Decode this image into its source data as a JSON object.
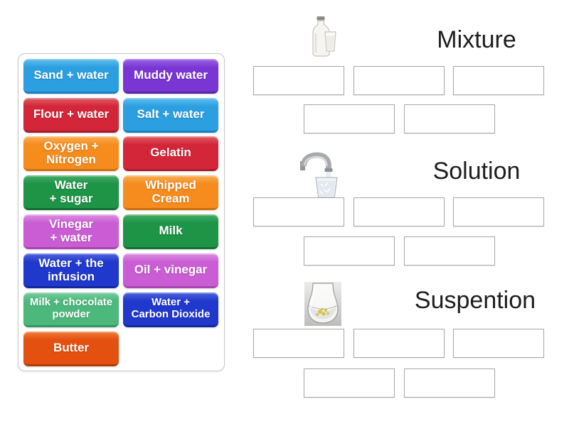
{
  "palette": {
    "blue": {
      "base": "#2b9fe0",
      "light": "#5fbcee",
      "dark": "#1a7fc0"
    },
    "purple": {
      "base": "#7a36d4",
      "light": "#9a63e4",
      "dark": "#5a27a4"
    },
    "red": {
      "base": "#d32638",
      "light": "#e05a62",
      "dark": "#a81c2c"
    },
    "orange": {
      "base": "#f68c1e",
      "light": "#f9ae55",
      "dark": "#cf7012"
    },
    "green": {
      "base": "#1e9447",
      "light": "#45ae68",
      "dark": "#146e36"
    },
    "orchid": {
      "base": "#ca5dd3",
      "light": "#dd8fe3",
      "dark": "#a746b2"
    },
    "royalblue": {
      "base": "#2038cc",
      "light": "#4f63dd",
      "dark": "#15279e"
    },
    "seagreen": {
      "base": "#4cb87c",
      "light": "#74cc9c",
      "dark": "#369560"
    },
    "orangered": {
      "base": "#e4500f",
      "light": "#ef7a3a",
      "dark": "#b03c08"
    }
  },
  "board": {
    "tray": {
      "tiles": [
        {
          "label": "Sand + water",
          "color": "blue"
        },
        {
          "label": "Muddy water",
          "color": "purple"
        },
        {
          "label": "Flour + water",
          "color": "red"
        },
        {
          "label": "Salt + water",
          "color": "blue"
        },
        {
          "label": "Oxygen +\nNitrogen",
          "color": "orange"
        },
        {
          "label": "Gelatin",
          "color": "red"
        },
        {
          "label": "Water\n+ sugar",
          "color": "green"
        },
        {
          "label": "Whipped\nCream",
          "color": "orange"
        },
        {
          "label": "Vinegar\n+ water",
          "color": "orchid"
        },
        {
          "label": "Milk",
          "color": "green"
        },
        {
          "label": "Water + the\ninfusion",
          "color": "royalblue"
        },
        {
          "label": "Oil + vinegar",
          "color": "orchid"
        },
        {
          "label": "Milk + chocolate\npowder",
          "color": "seagreen"
        },
        {
          "label": "Water +\nCarbon Dioxide",
          "color": "royalblue"
        },
        {
          "label": "Butter",
          "color": "orangered"
        }
      ]
    },
    "groups": [
      {
        "title": "Mixture",
        "icon": "milk-bottle-image",
        "empty_slots": 5
      },
      {
        "title": "Solution",
        "icon": "tap-water-image",
        "empty_slots": 5
      },
      {
        "title": "Suspention",
        "icon": "suspension-glass-image",
        "empty_slots": 5
      }
    ]
  }
}
